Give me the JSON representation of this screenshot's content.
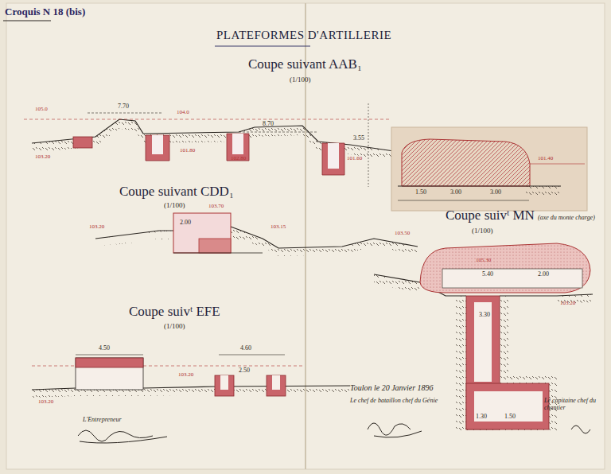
{
  "diagram": {
    "title": "PLATEFORMES D'ARTILLERIE",
    "labels": [
      "Croquis N 18 (bis)",
      "Coupe suivant AAB₁",
      "(1/100)",
      "7.70",
      "8.70",
      "105.0",
      "103.20",
      "104.0",
      "101.80",
      "102.80",
      "101.60",
      "3.55",
      "101.40",
      "1.50",
      "3.00",
      "3.00",
      "Coupe suivant CDD₁",
      "(1/100)",
      "103.20",
      "2.00",
      "103.70",
      "103.15",
      "103.50",
      "Coupe suivᵗ MN",
      "(axe du monte charge)",
      "(1/100)",
      "105.30",
      "5.40",
      "2.00",
      "3.30",
      "103.20",
      "1.30",
      "1.50",
      "Coupe suivᵗ EFE",
      "(1/100)",
      "4.50",
      "4.60",
      "2.50",
      "103.20",
      "103.20",
      "Toulon le 20 Janvier 1896",
      "Le chef de bataillon chef du Génie",
      "Le capitaine chef du chantier",
      "L'Entrepreneur"
    ]
  }
}
